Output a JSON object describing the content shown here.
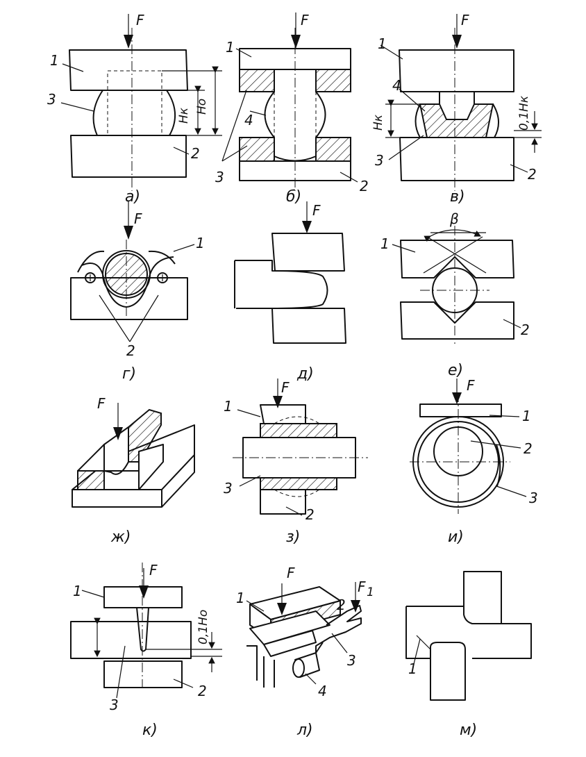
{
  "force": "F",
  "force1": "F",
  "force1_sub": "1",
  "beta": "β",
  "n1": "1",
  "n2": "2",
  "n3": "3",
  "n4": "4",
  "dims": {
    "h_k": "Hк",
    "h_0": "Ho",
    "tenth_h_k": "0,1Hк",
    "tenth_h_0": "0,1Ho"
  },
  "captions": [
    "а)",
    "б)",
    "в)",
    "г)",
    "д)",
    "е)",
    "ж)",
    "з)",
    "и)",
    "к)",
    "л)",
    "м)"
  ]
}
